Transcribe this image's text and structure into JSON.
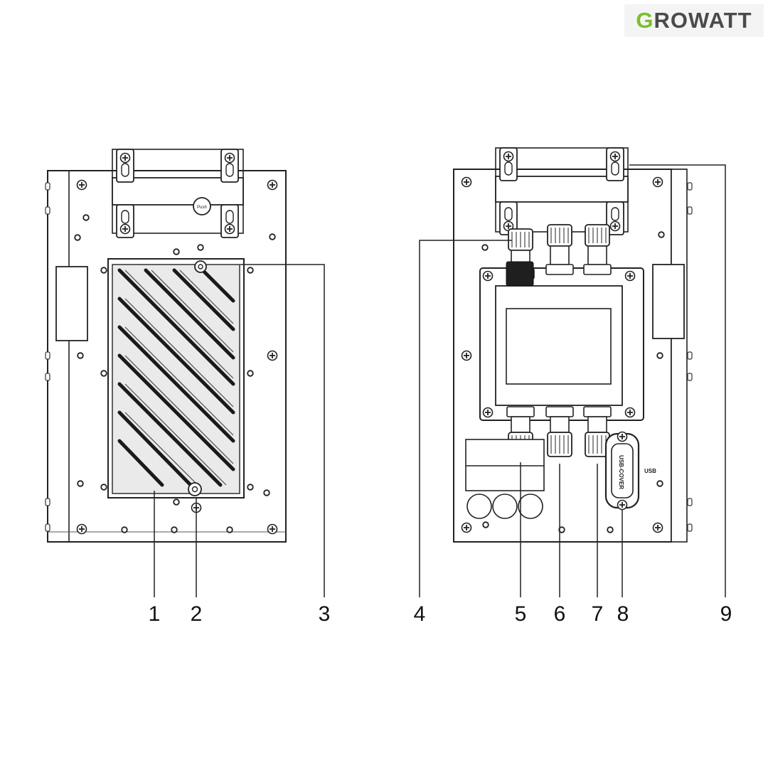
{
  "brand": {
    "logo_text": "GROWATT",
    "logo_first_letter": "G",
    "logo_rest": "ROWATT",
    "accent_color": "#7bbf2a",
    "text_color": "#4b4b4b"
  },
  "left_unit": {
    "button_label": "Push"
  },
  "right_unit": {
    "usb_cover_label": "USB-COVER",
    "usb_label": "USB"
  },
  "callouts": [
    "1",
    "2",
    "3",
    "4",
    "5",
    "6",
    "7",
    "8",
    "9"
  ],
  "icons": {
    "screw": "screw-icon",
    "mount-hole": "mount-hole-icon"
  }
}
